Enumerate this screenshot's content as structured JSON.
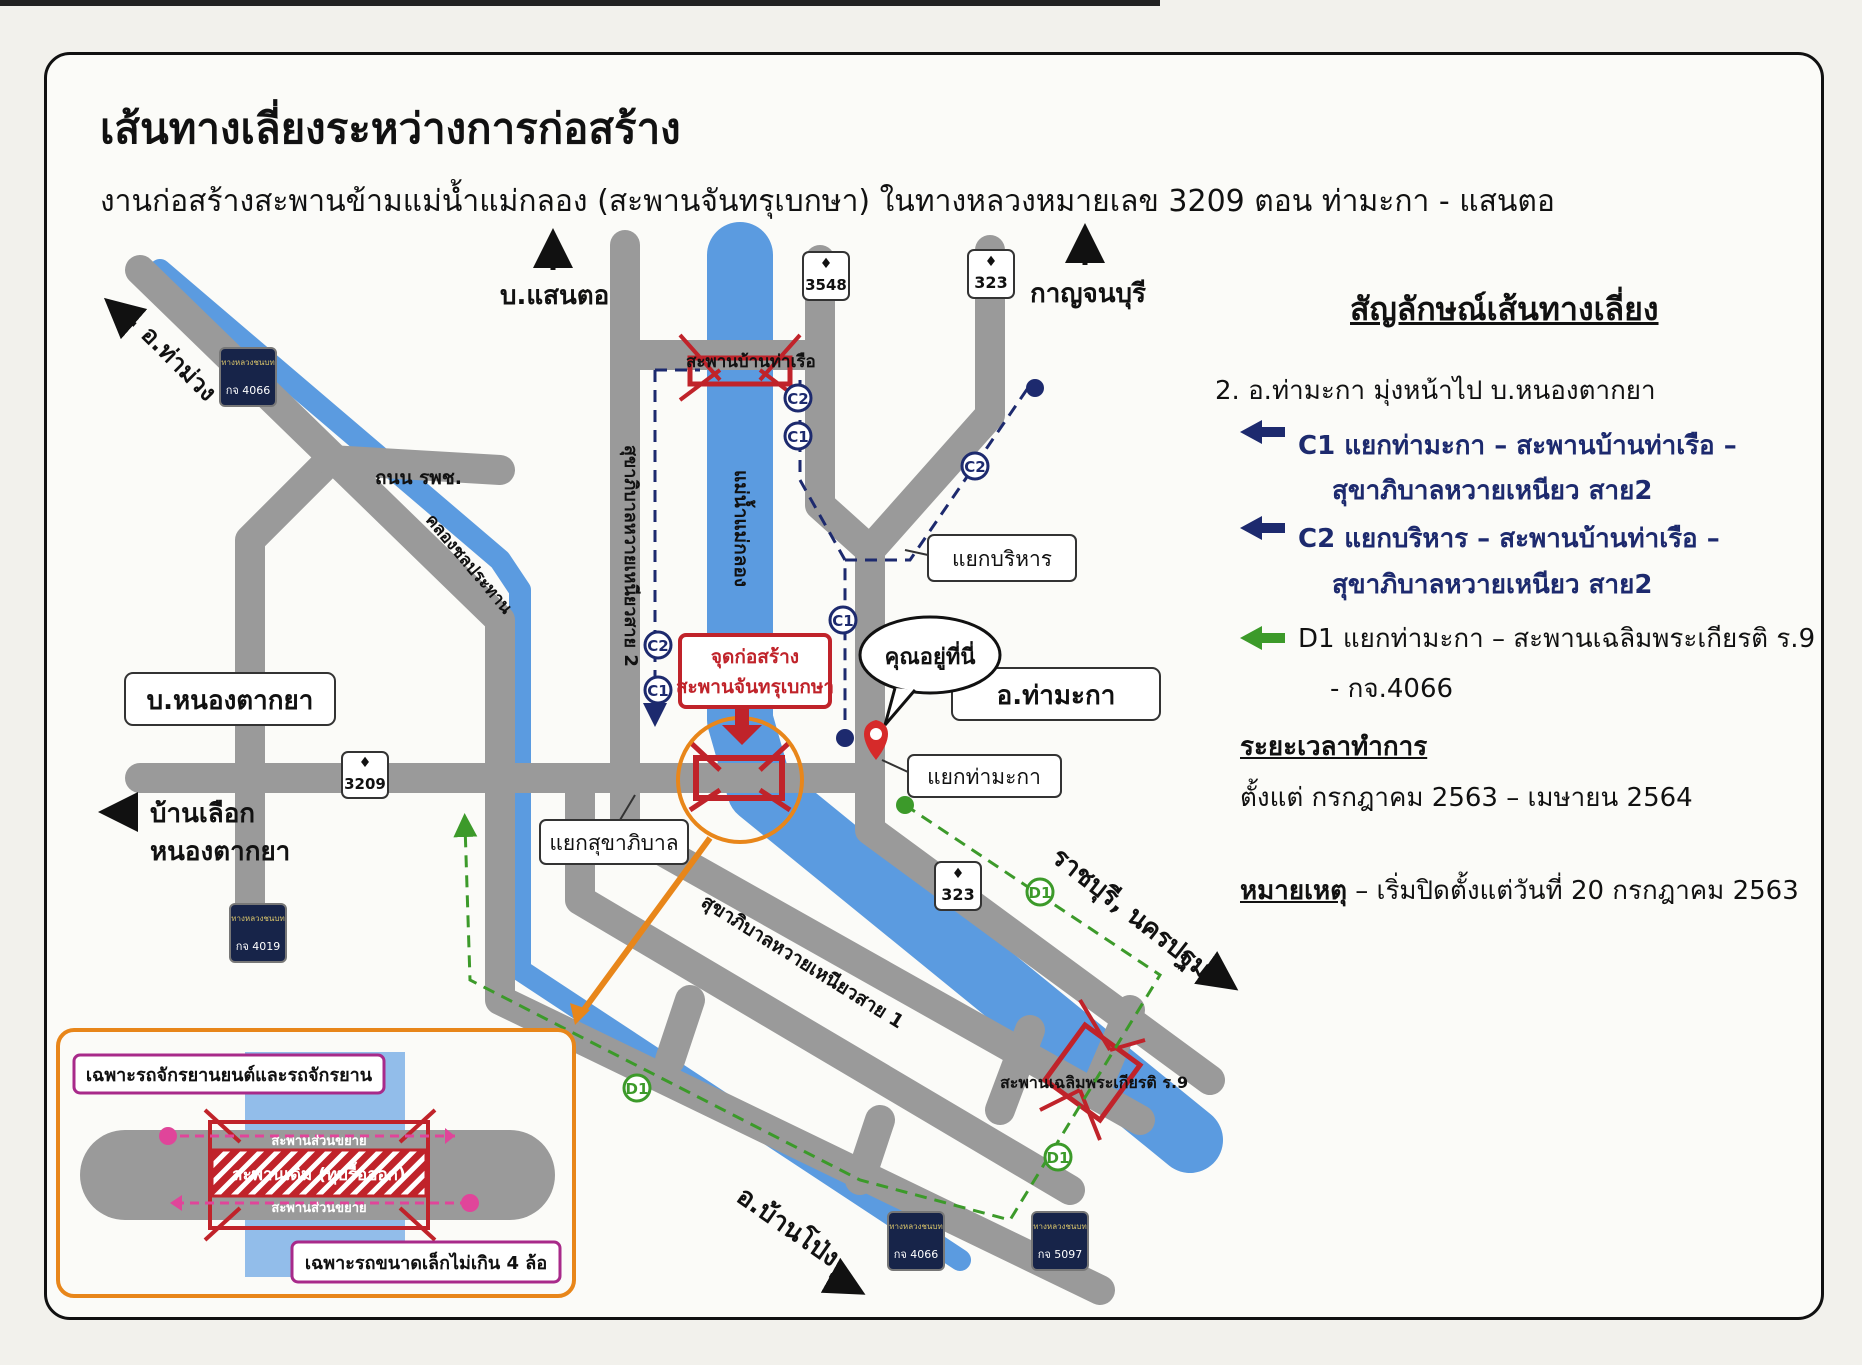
{
  "title": "เส้นทางเลี่ยงระหว่างการก่อสร้าง",
  "subtitle": "งานก่อสร้างสะพานข้ามแม่น้ำแม่กลอง (สะพานจันทรุเบกษา) ในทางหลวงหมายเลข 3209 ตอน ท่ามะกา - แสนตอ",
  "colors": {
    "road": "#9a9a9a",
    "river": "#5b9be0",
    "route_c": "#1d2a6e",
    "route_d": "#3c9a2a",
    "construction": "#c0232a",
    "callout": "#e8861a",
    "marker": "#d62a2a"
  },
  "legend": {
    "heading": "สัญลักษณ์เส้นทางเลี่ยง",
    "item_intro": "2. อ.ท่ามะกา มุ่งหน้าไป บ.หนองตากยา",
    "c1_line1": "C1 แยกท่ามะกา – สะพานบ้านท่าเรือ –",
    "c1_line2": "สุขาภิบาลหวายเหนียว สาย2",
    "c2_line1": "C2 แยกบริหาร – สะพานบ้านท่าเรือ –",
    "c2_line2": "สุขาภิบาลหวายเหนียว สาย2",
    "d1_line1": "D1 แยกท่ามะกา – สะพานเฉลิมพระเกียรติ ร.9",
    "d1_line2": "- กจ.4066",
    "period_label": "ระยะเวลาทำการ",
    "period_value": "ตั้งแต่ กรกฎาคม 2563 – เมษายน 2564",
    "note_label": "หมายเหตุ",
    "note_value": "– เริ่มปิดตั้งแต่วันที่ 20 กรกฎาคม 2563"
  },
  "map": {
    "dir_sanxto": "บ.แสนตอ",
    "dir_kanchanaburi": "กาญจนบุรี",
    "dir_thamuang": "อ.ท่าม่วง",
    "dir_banlueak": "บ้านเลือก",
    "dir_banlueak_2": "หนองตากยา",
    "dir_ratchaburi": "ราชบุรี, นครปฐม",
    "dir_banpong": "อ.บ้านโป่ง",
    "road_ror_por_chor": "ถนน รพช.",
    "canal": "คลองชลประทาน",
    "river": "แม่น้ำแม่กลอง",
    "sukha_line2": "สุขาภิบาลหวายเหนียวสาย 2",
    "sukha_line1": "สุขาภิบาลหวายเหนียวสาย 1",
    "bridge_tharuea": "สะพานบ้านท่าเรือ",
    "bridge_r9": "สะพานเฉลิมพระเกียรติ ร.9",
    "box_nongtakya": "บ.หนองตากยา",
    "box_thamaka": "อ.ท่ามะกา",
    "box_yaek_borihan": "แยกบริหาร",
    "box_yaek_thamaka": "แยกท่ามะกา",
    "box_yaek_sukha": "แยกสุขาภิบาล",
    "construction_line1": "จุดก่อสร้าง",
    "construction_line2": "สะพานจันทรุเบกษา",
    "you_are_here": "คุณอยู่ที่นี่",
    "route_3548": "3548",
    "route_323_top": "323",
    "route_3209": "3209",
    "route_323_bottom": "323",
    "kj_4066_top": "กจ 4066",
    "kj_4019": "กจ 4019",
    "kj_4066_bottom": "กจ 4066",
    "kj_5097": "กจ 5097",
    "rural_road": "ทางหลวงชนบท",
    "c1": "C1",
    "c2": "C2",
    "d1": "D1"
  },
  "inset": {
    "moto_only": "เฉพาะรถจักรยานยนต์และรถจักรยาน",
    "small_only": "เฉพาะรถขนาดเล็กไม่เกิน 4 ล้อ",
    "ext_top": "สะพานส่วนขยาย",
    "original": "สะพานเดิม (ทุบรื้อออก)",
    "ext_bottom": "สะพานส่วนขยาย"
  }
}
